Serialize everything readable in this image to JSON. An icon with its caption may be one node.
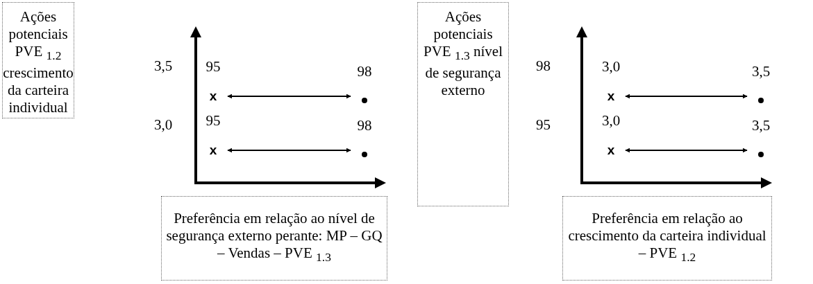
{
  "diagram": {
    "nodes": [
      {
        "text": [
          "Ações potenciais PVE $_{1.2}$ crescimento da carteira individual"
        ]
      },
      {
        "text": [
          "x"
        ],
        "beside": [
          "95"
        ]
      },
      {
        "text": [],
        "shape": "circle",
        "beside": [
          "98"
        ]
      },
      {
        "text": [
          "x"
        ],
        "beside": [
          "95"
        ]
      },
      {
        "text": [],
        "shape": "circle",
        "beside": [
          "98"
        ]
      },
      {
        "text": [
          "Preferência em relação ao nível de segurança externo perante: MP – GQ – Vendas – PVE $_{1.3}$"
        ]
      },
      {
        "text": [
          "Ações potenciais PVE $_{1.3}$ nível de segurança externo"
        ]
      },
      {
        "text": [
          "x"
        ],
        "beside": [
          "3,0"
        ]
      },
      {
        "text": [],
        "shape": "circle",
        "beside": [
          "3,5"
        ]
      },
      {
        "text": [
          "x"
        ],
        "beside": [
          "3,0"
        ]
      },
      {
        "text": [],
        "shape": "circle",
        "beside": [
          "3,5"
        ]
      },
      {
        "text": [
          "Preferência em relação ao crescimento da carteira individual – PVE $_{1.2}$"
        ]
      }
    ],
    "edges": [
      {
        "from": 1,
        "to": 2,
        "arrow": "both"
      },
      {
        "from": 3,
        "to": 4,
        "arrow": "both"
      },
      {
        "from": 7,
        "to": 8,
        "arrow": "both"
      },
      {
        "from": 9,
        "to": 10,
        "arrow": "both"
      }
    ],
    "labels": [
      "3,5",
      "3,0",
      "98",
      "95"
    ]
  }
}
